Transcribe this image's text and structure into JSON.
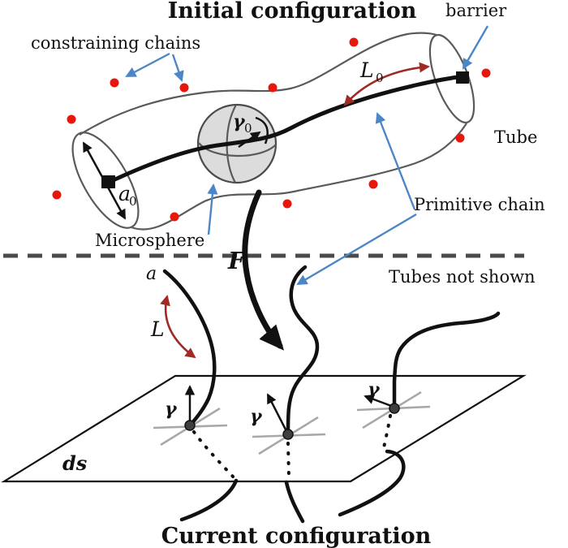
{
  "titles": {
    "top": "Initial configuration",
    "bottom": "Current configuration"
  },
  "labels": {
    "constraining_chains": "constraining chains",
    "barrier": "barrier",
    "tube": "Tube",
    "primitive_chain": "Primitive chain",
    "microsphere": "Microsphere",
    "tubes_not_shown": "Tubes not shown"
  },
  "math": {
    "L0_base": "L",
    "L0_sub": "0",
    "a0_base": "a",
    "a0_sub": "0",
    "gamma0_base": "γ",
    "gamma0_sub": "0",
    "F": "F",
    "a": "a",
    "L": "L",
    "gamma": "γ",
    "ds": "ds"
  },
  "colors": {
    "annotation_arrow_blue": "#4c86c6",
    "length_arrow_dark_red": "#9e2b25",
    "constraint_dot_red": "#e8170c",
    "tube_outline_gray": "#5a5a5a",
    "sphere_fill_gray": "#dcdcdc",
    "slip_cross_gray": "#a8a8a8",
    "ink_black": "#111111"
  },
  "counts": {
    "constraining_chain_dots": 11,
    "slip_link_points": 3,
    "current_config_chains": 3
  }
}
